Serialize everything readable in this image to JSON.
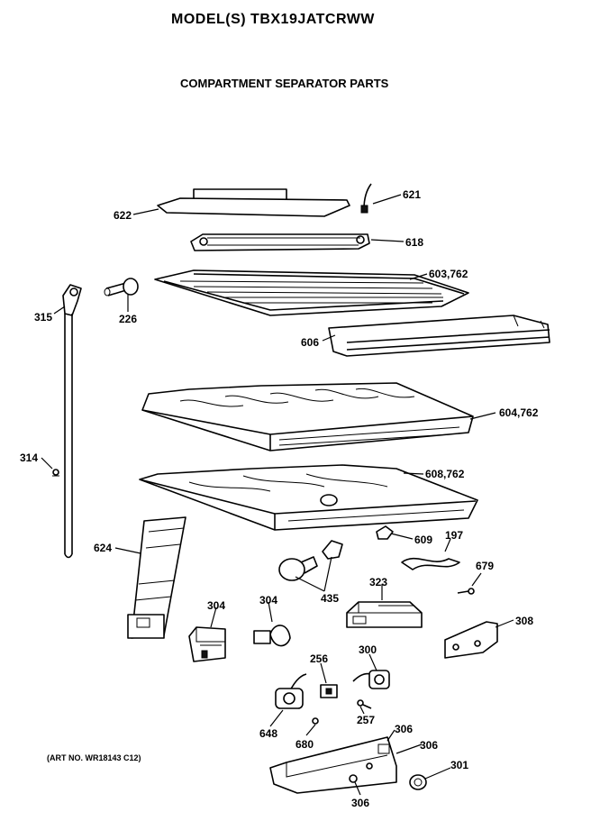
{
  "header": {
    "model": "MODEL(S) TBX19JATCRWW",
    "section": "COMPARTMENT SEPARATOR PARTS"
  },
  "footer": {
    "art_no": "(ART NO. WR18143 C12)"
  },
  "callouts": [
    {
      "id": "c622",
      "label": "622"
    },
    {
      "id": "c621",
      "label": "621"
    },
    {
      "id": "c618",
      "label": "618"
    },
    {
      "id": "c603",
      "label": "603,762"
    },
    {
      "id": "c315",
      "label": "315"
    },
    {
      "id": "c226",
      "label": "226"
    },
    {
      "id": "c606",
      "label": "606"
    },
    {
      "id": "c604",
      "label": "604,762"
    },
    {
      "id": "c314",
      "label": "314"
    },
    {
      "id": "c608",
      "label": "608,762"
    },
    {
      "id": "c624",
      "label": "624"
    },
    {
      "id": "c609",
      "label": "609"
    },
    {
      "id": "c197",
      "label": "197"
    },
    {
      "id": "c435",
      "label": "435"
    },
    {
      "id": "c323",
      "label": "323"
    },
    {
      "id": "c679",
      "label": "679"
    },
    {
      "id": "c304a",
      "label": "304"
    },
    {
      "id": "c304b",
      "label": "304"
    },
    {
      "id": "c308",
      "label": "308"
    },
    {
      "id": "c256",
      "label": "256"
    },
    {
      "id": "c300",
      "label": "300"
    },
    {
      "id": "c257",
      "label": "257"
    },
    {
      "id": "c648",
      "label": "648"
    },
    {
      "id": "c680",
      "label": "680"
    },
    {
      "id": "c306a",
      "label": "306"
    },
    {
      "id": "c306b",
      "label": "306"
    },
    {
      "id": "c306c",
      "label": "306"
    },
    {
      "id": "c301",
      "label": "301"
    }
  ]
}
